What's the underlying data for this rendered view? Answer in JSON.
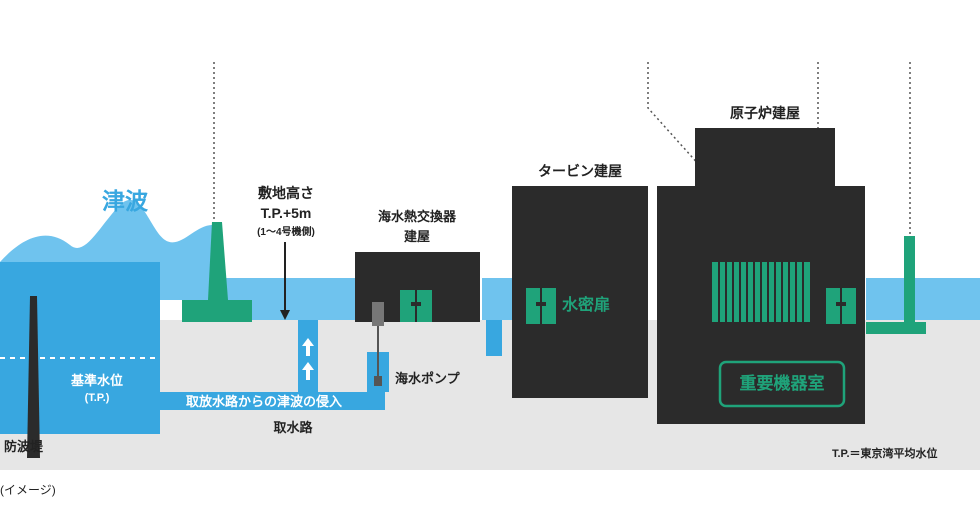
{
  "colors": {
    "sea": "#38a7e0",
    "sea_light": "#6fc3ee",
    "ground": "#e6e6e6",
    "building": "#2b2b2b",
    "green": "#1fa37a",
    "white": "#ffffff"
  },
  "labels": {
    "tsunami": "津波",
    "site_height_l1": "敷地高さ",
    "site_height_l2": "T.P.+5m",
    "site_height_l3": "(1〜4号機側)",
    "hx_building_l1": "海水熱交換器",
    "hx_building_l2": "建屋",
    "turbine_building": "タービン建屋",
    "reactor_building": "原子炉建屋",
    "watertight_door": "水密扉",
    "important_room": "重要機器室",
    "seawater_pump": "海水ポンプ",
    "base_level_l1": "基準水位",
    "base_level_l2": "(T.P.)",
    "intake_flow": "取放水路からの津波の侵入",
    "intake_channel": "取水路",
    "breakwater": "防波堤",
    "tp_note": "T.P.＝東京湾平均水位",
    "image_note": "(イメージ)"
  }
}
